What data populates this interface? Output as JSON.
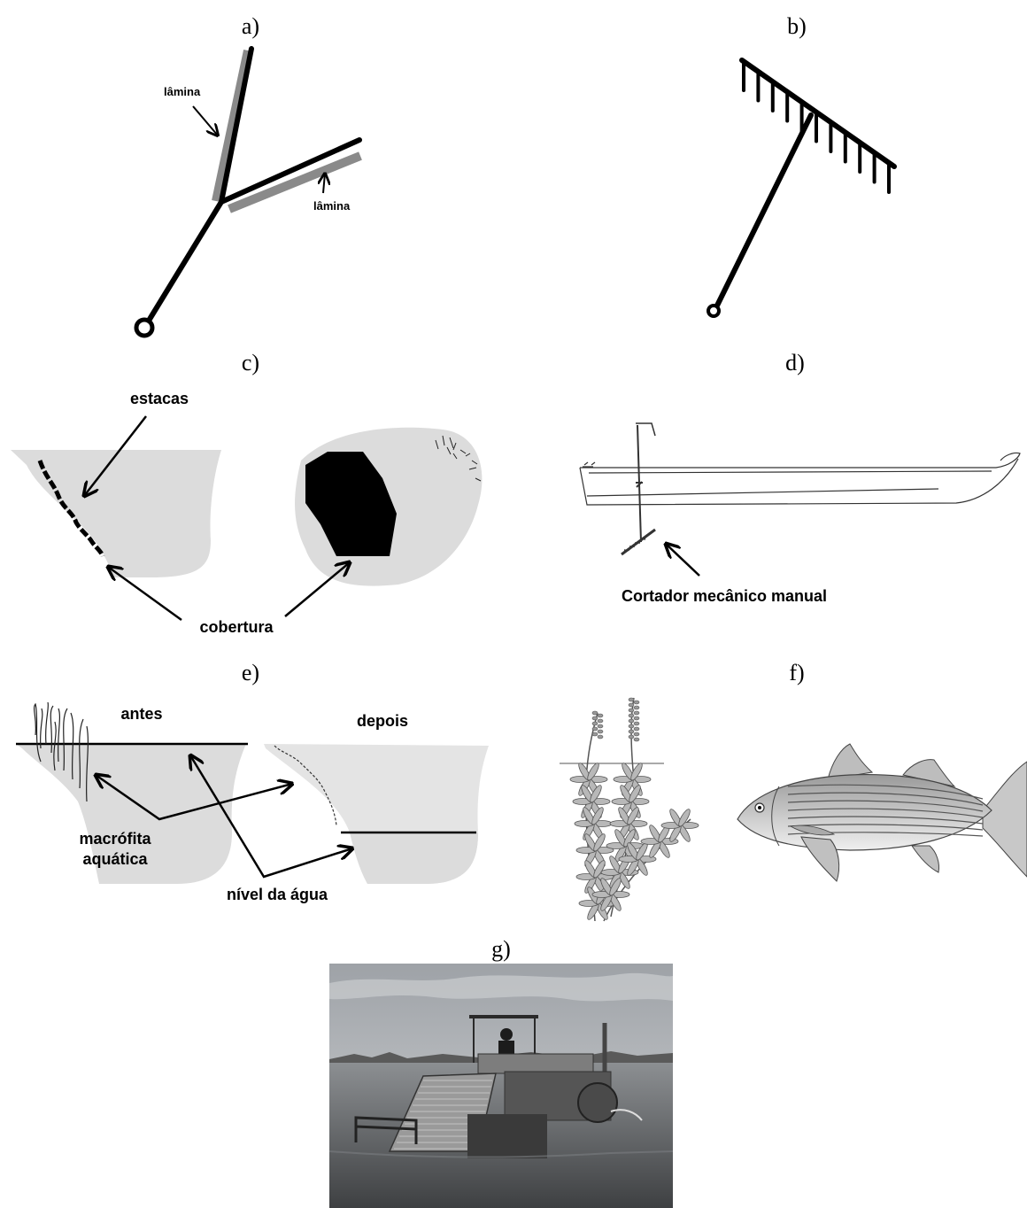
{
  "panels": {
    "a": {
      "label": "a)",
      "blade_labels": [
        "lâmina",
        "lâmina"
      ]
    },
    "b": {
      "label": "b)"
    },
    "c": {
      "label": "c)",
      "stakes_label": "estacas",
      "cover_label": "cobertura"
    },
    "d": {
      "label": "d)",
      "cutter_label": "Cortador mecânico manual"
    },
    "e": {
      "label": "e)",
      "before_label": "antes",
      "after_label": "depois",
      "macrophyte_label_line1": "macrófita",
      "macrophyte_label_line2": "aquática",
      "water_level_label": "nível da água"
    },
    "f": {
      "label": "f)"
    },
    "g": {
      "label": "g)"
    }
  },
  "colors": {
    "ink": "#000000",
    "light_gray": "#dcdcdc",
    "blade_gray": "#8a8a8a",
    "plant_fill": "#b8b8b8",
    "fish_body": "#c8c8c8",
    "photo_sky": "#b9bcc0",
    "photo_water": "#5a5d60"
  }
}
